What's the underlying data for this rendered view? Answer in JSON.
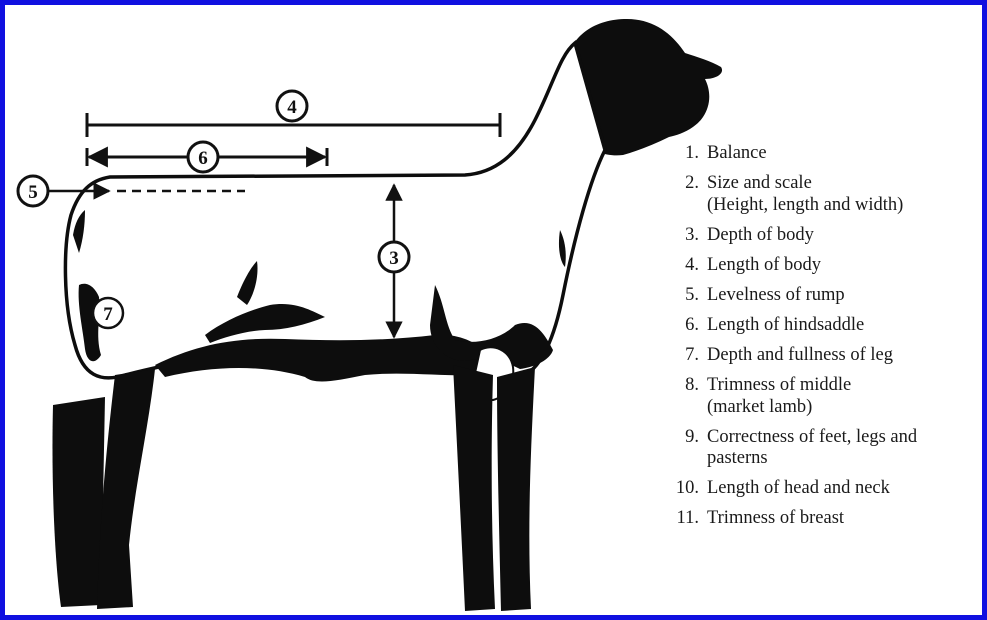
{
  "colors": {
    "frame": "#1010e0",
    "silhouette": "#0d0d0d",
    "background": "#ffffff"
  },
  "callouts": {
    "c3": "3",
    "c4": "4",
    "c5": "5",
    "c6": "6",
    "c7": "7"
  },
  "legend": {
    "items": [
      {
        "num": "1.",
        "text": "Balance",
        "sub": ""
      },
      {
        "num": "2.",
        "text": "Size and scale",
        "sub": "(Height, length and width)"
      },
      {
        "num": "3.",
        "text": "Depth of body",
        "sub": ""
      },
      {
        "num": "4.",
        "text": "Length of body",
        "sub": ""
      },
      {
        "num": "5.",
        "text": "Levelness of rump",
        "sub": ""
      },
      {
        "num": "6.",
        "text": "Length of hindsaddle",
        "sub": ""
      },
      {
        "num": "7.",
        "text": "Depth and fullness of leg",
        "sub": ""
      },
      {
        "num": "8.",
        "text": "Trimness of middle",
        "sub": "(market lamb)"
      },
      {
        "num": "9.",
        "text": "Correctness of feet, legs and",
        "sub": "pasterns"
      },
      {
        "num": "10.",
        "text": "Length of head and neck",
        "sub": ""
      },
      {
        "num": "11.",
        "text": "Trimness of breast",
        "sub": ""
      }
    ]
  }
}
